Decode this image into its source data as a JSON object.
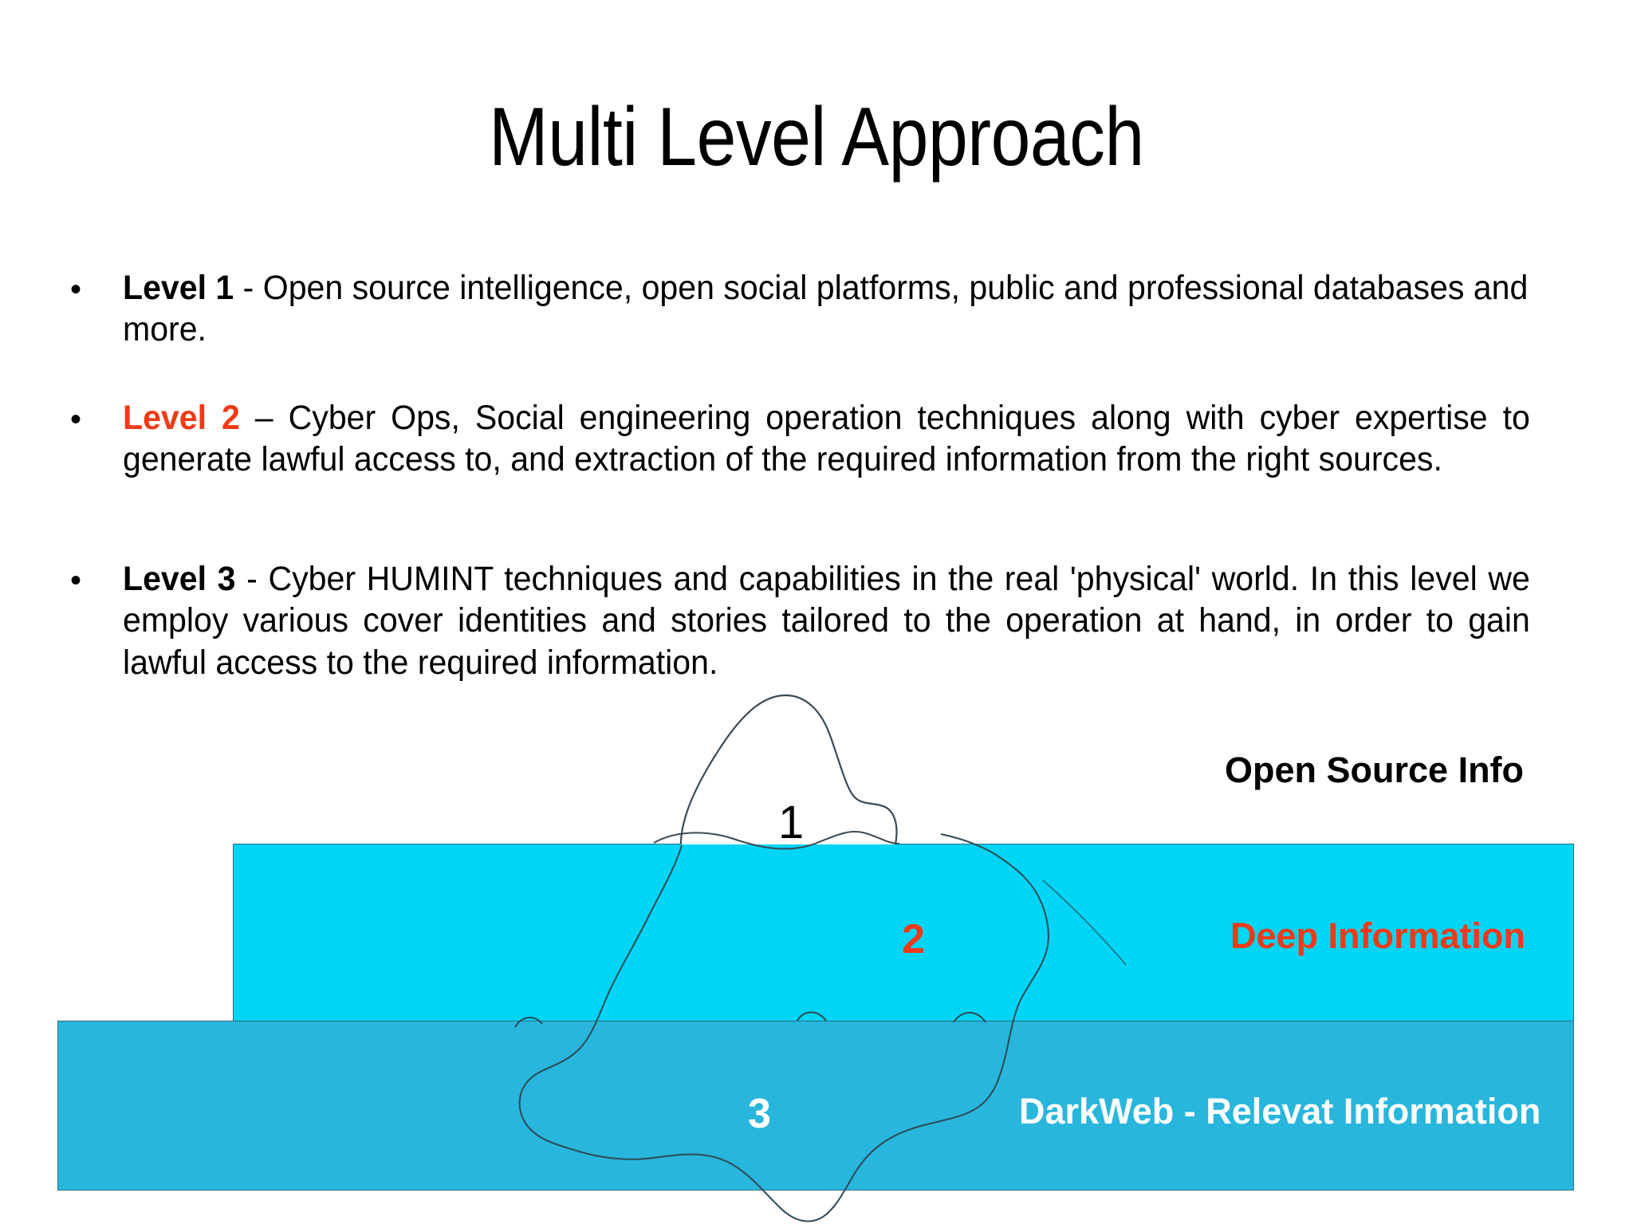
{
  "slide": {
    "title": "Multi Level Approach",
    "bullet_marker": "•"
  },
  "bullets": [
    {
      "lead": "Level 1",
      "lead_color": "#000000",
      "text": " - Open source intelligence, open social platforms, public and professional databases and more."
    },
    {
      "lead": "Level 2",
      "lead_color": "#F03A17",
      "text": " – Cyber Ops, Social engineering  operation techniques along with cyber expertise to generate lawful access to, and extraction of the required information from the right sources."
    },
    {
      "lead": "Level 3",
      "lead_color": "#000000",
      "text": " - Cyber HUMINT techniques and capabilities in the real 'physical' world. In this level we employ various cover identities and stories tailored to the operation at hand, in order to gain lawful access to the required information."
    }
  ],
  "diagram": {
    "name": "iceberg-levels-diagram",
    "layers": [
      {
        "id": "surface",
        "label": "Open Source Info",
        "marker": "1",
        "marker_color": "#000000",
        "label_color": "#000000",
        "fill": "#FFFFFF"
      },
      {
        "id": "deep",
        "label": "Deep Information",
        "marker": "2",
        "marker_color": "#F03A17",
        "label_color": "#F03A17",
        "fill": "#00D5F5"
      },
      {
        "id": "dark",
        "label": "DarkWeb - Relevat Information",
        "marker": "3",
        "marker_color": "#FFFFFF",
        "label_color": "#FFFFFF",
        "fill": "#29B6DC"
      }
    ],
    "outline_color": "#3a4a55"
  }
}
